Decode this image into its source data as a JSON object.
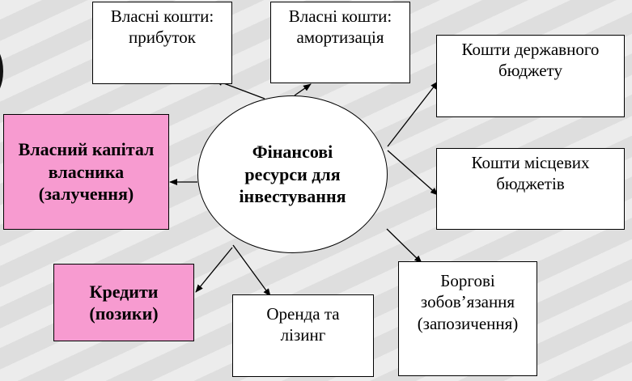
{
  "center": {
    "label": "Фінансові\nресурси для\nінвестування"
  },
  "boxes": {
    "profit": "Власні кошти:\nприбуток",
    "amortization": "Власні кошти:\nамортизація",
    "state_budget": "Кошти державного\nбюджету",
    "local_budgets": "Кошти місцевих\nбюджетів",
    "debt": "Боргові\nзобов’язання\n(запозичення)",
    "lease": "Оренда та\nлізинг",
    "credits": "Кредити\n(позики)",
    "owner_capital": "Власний капітал\nвласника\n(залучення)"
  },
  "colors": {
    "pink_fill": "#f79bd0",
    "box_fill": "#ffffff",
    "outline": "#000000"
  }
}
